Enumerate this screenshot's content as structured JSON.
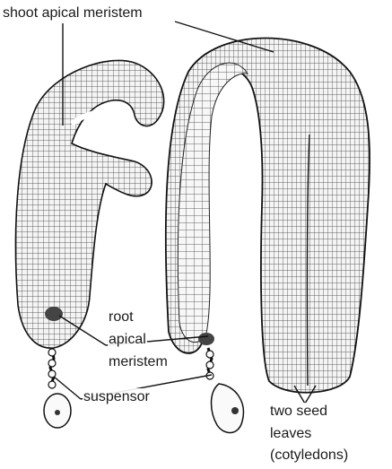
{
  "labels": {
    "shoot_apical_meristem": "shoot apical meristem",
    "root_apical_meristem": [
      "root",
      "apical",
      "meristem"
    ],
    "suspensor": "suspensor",
    "cotyledons": [
      "two seed",
      "leaves",
      "(cotyledons)"
    ]
  },
  "colors": {
    "ink": "#1a1a1a",
    "cell_fill": "#f2f2f2",
    "background": "#ffffff"
  }
}
